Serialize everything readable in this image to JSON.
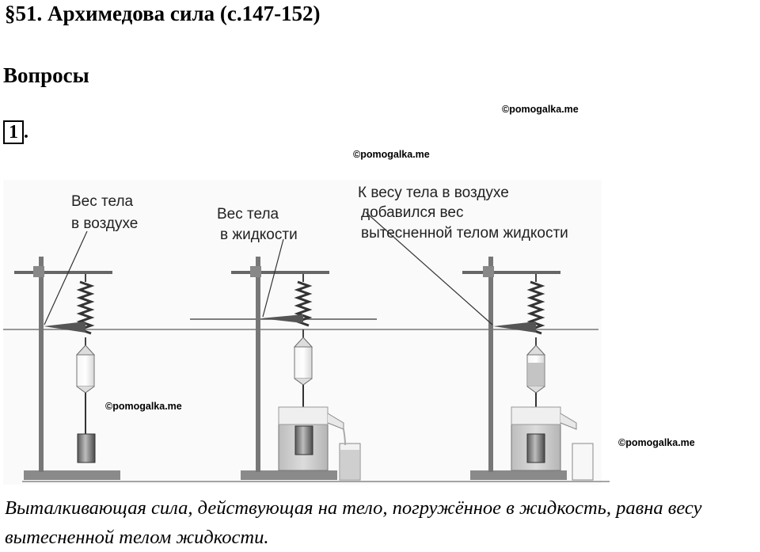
{
  "page": {
    "title": "§51. Архимедова сила (с.147-152)",
    "section": "Вопросы",
    "question_number": "1",
    "question_suffix": "."
  },
  "watermarks": [
    "©pomogalka.me",
    "©pomogalka.me",
    "©pomogalka.me",
    "©pomogalka.me"
  ],
  "figure": {
    "labels": {
      "in_air": [
        "Вес тела",
        "в воздухе"
      ],
      "in_liquid": [
        "Вес тела",
        "в жидкости"
      ],
      "added": [
        "К весу тела в воздухе",
        "добавился вес",
        "вытесненной телом жидкости"
      ]
    }
  },
  "answer": {
    "text": "Выталкивающая сила, действующая на тело, погружённое в жидкость, равна весу вытесненной телом жидкости."
  },
  "colors": {
    "text": "#000000",
    "figure_gray": "#888888",
    "liquid": "#c8c8c8"
  }
}
